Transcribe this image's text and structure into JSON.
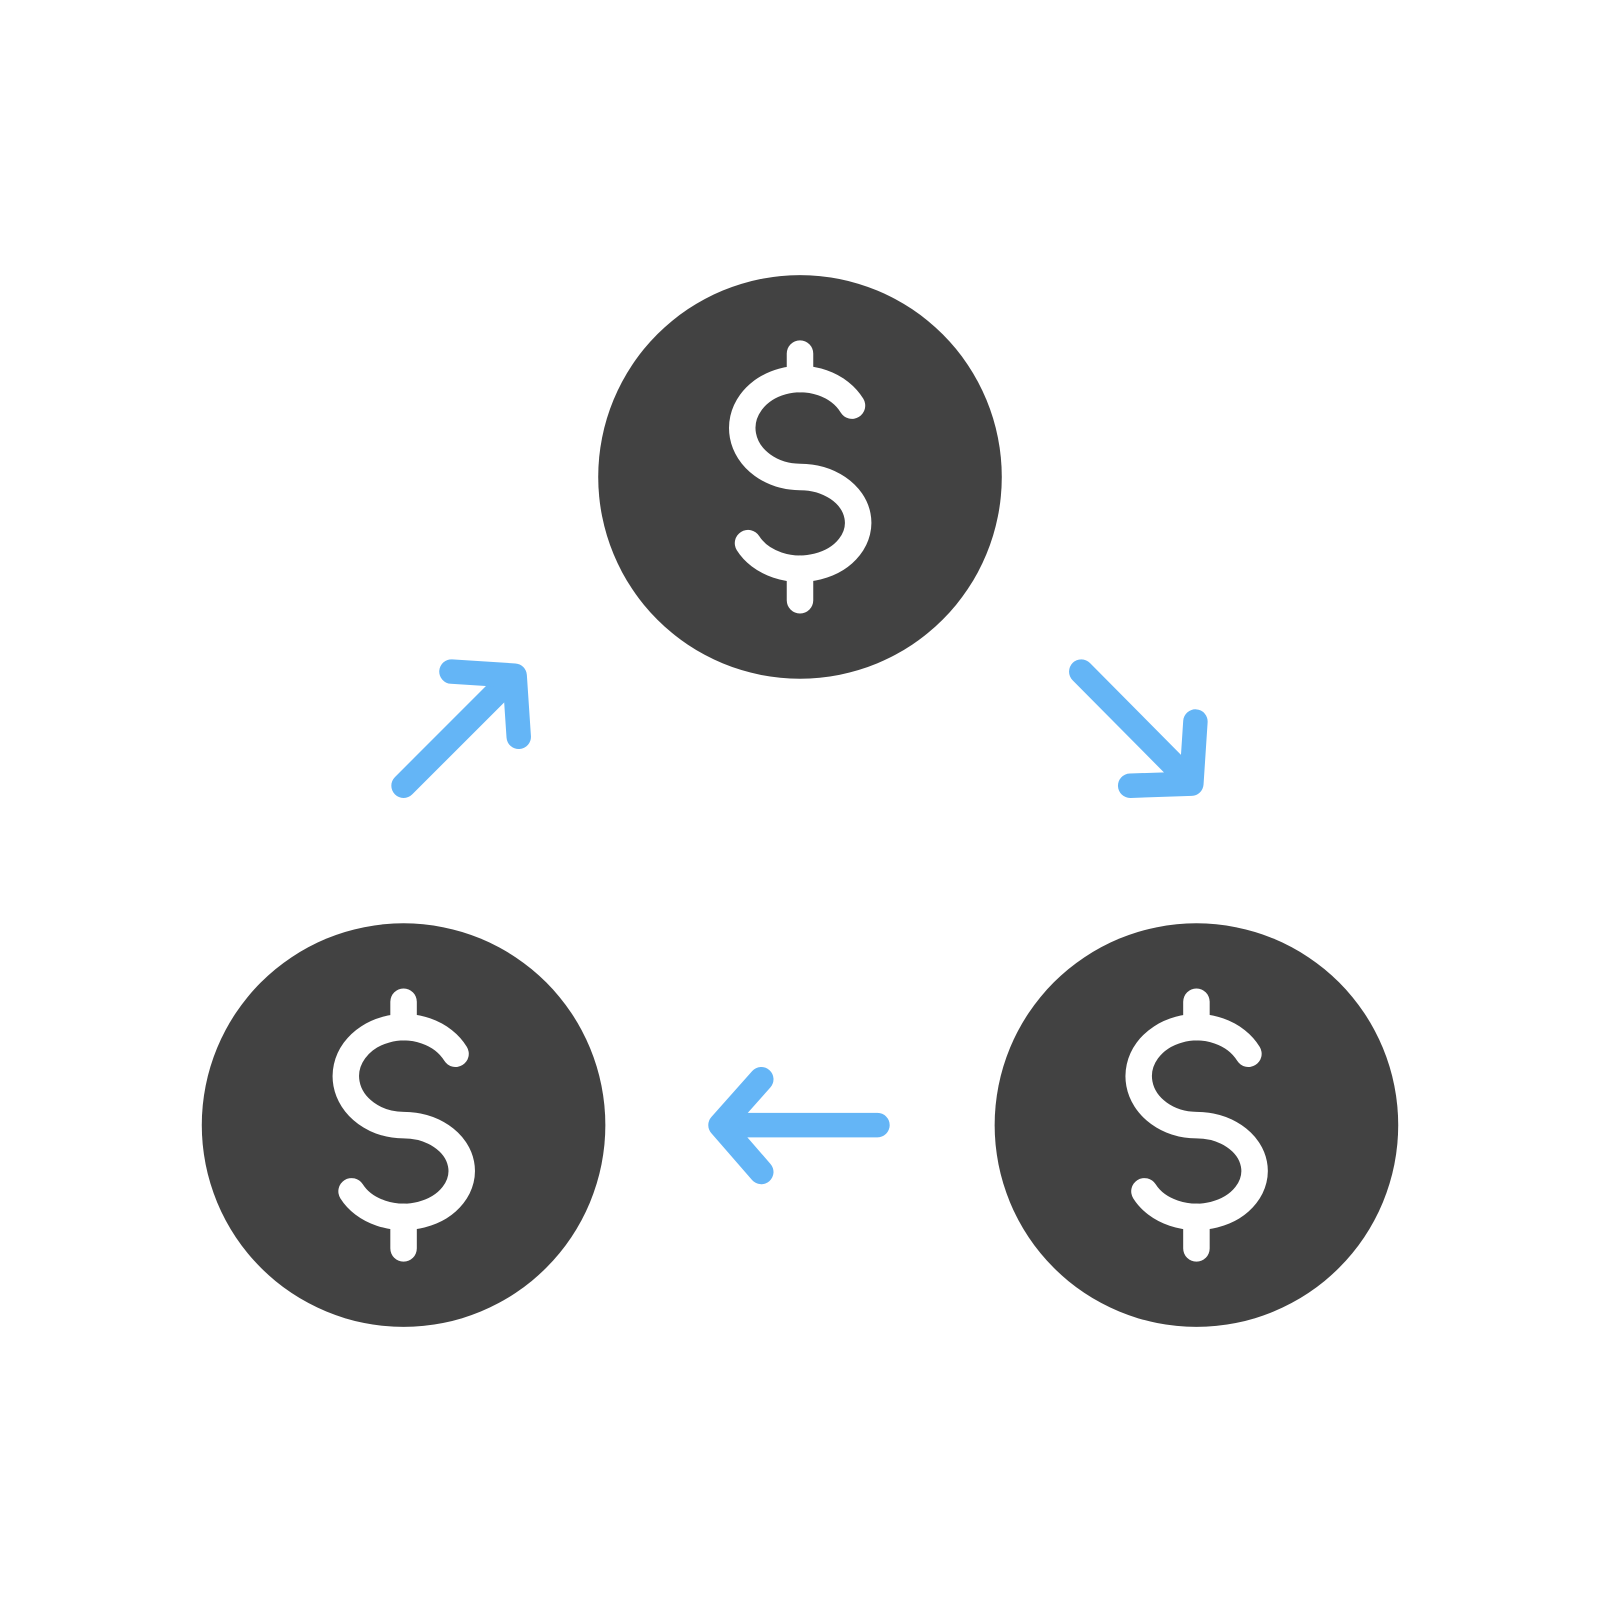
{
  "icon": {
    "name": "money-circulation-icon",
    "coins": [
      {
        "name": "dollar-coin-top",
        "symbol": "dollar-sign-icon"
      },
      {
        "name": "dollar-coin-right",
        "symbol": "dollar-sign-icon"
      },
      {
        "name": "dollar-coin-left",
        "symbol": "dollar-sign-icon"
      }
    ],
    "arrows": [
      {
        "name": "arrow-up-right-icon"
      },
      {
        "name": "arrow-down-right-icon"
      },
      {
        "name": "arrow-left-icon"
      }
    ]
  },
  "colors": {
    "coin": "#424242",
    "symbol": "#ffffff",
    "arrow": "#64B5F6",
    "background": "#ffffff"
  }
}
